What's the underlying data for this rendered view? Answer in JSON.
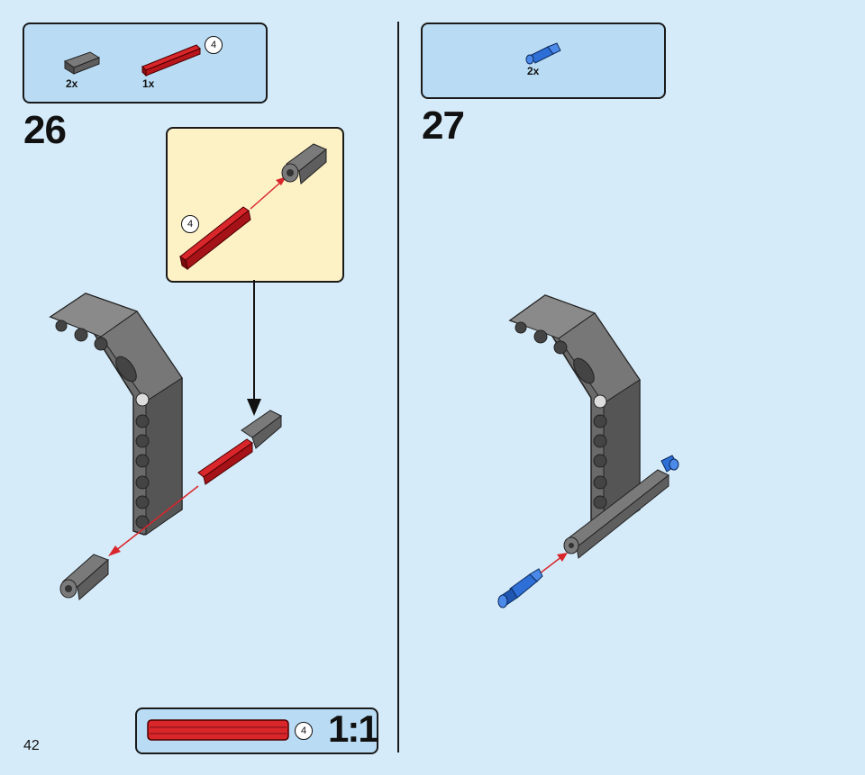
{
  "page": {
    "number": "42"
  },
  "step26": {
    "number": "26",
    "parts": [
      {
        "qty": "2x",
        "name": "gray-axle-connector"
      },
      {
        "qty": "1x",
        "name": "red-axle-4",
        "length": "4"
      }
    ],
    "subassembly_length": "4"
  },
  "step27": {
    "number": "27",
    "parts": [
      {
        "qty": "2x",
        "name": "blue-axle-pin"
      }
    ]
  },
  "scale_ref": {
    "length": "4",
    "label": "1:1"
  },
  "colors": {
    "background": "#d6ebf9",
    "callout": "#b9dcf4",
    "subassembly": "#fdf1c6",
    "red_part": "#c8181e",
    "gray_part": "#5e5e5e",
    "blue_part": "#2d6fd6"
  }
}
